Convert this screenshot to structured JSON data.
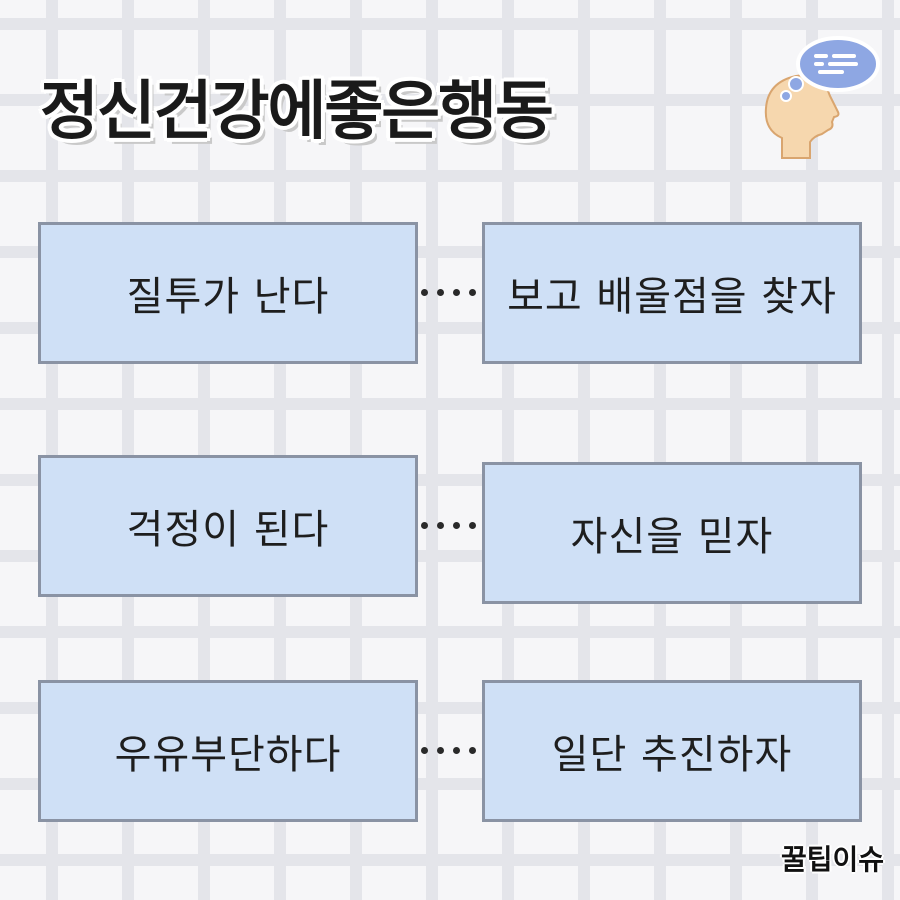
{
  "title": "정신건강에좋은행동",
  "rows": [
    {
      "left": "질투가 난다",
      "right": "보고 배울점을 찾자"
    },
    {
      "left": "걱정이 된다",
      "right": "자신을 믿자"
    },
    {
      "left": "우유부단하다",
      "right": "일단 추진하자"
    }
  ],
  "brand": "꿀팁이슈",
  "icons": {
    "header": "thinking-head-icon"
  },
  "colors": {
    "box_fill": "#cfe0f6",
    "box_border": "#8a93a4",
    "bubble": "#8ea7e3"
  }
}
